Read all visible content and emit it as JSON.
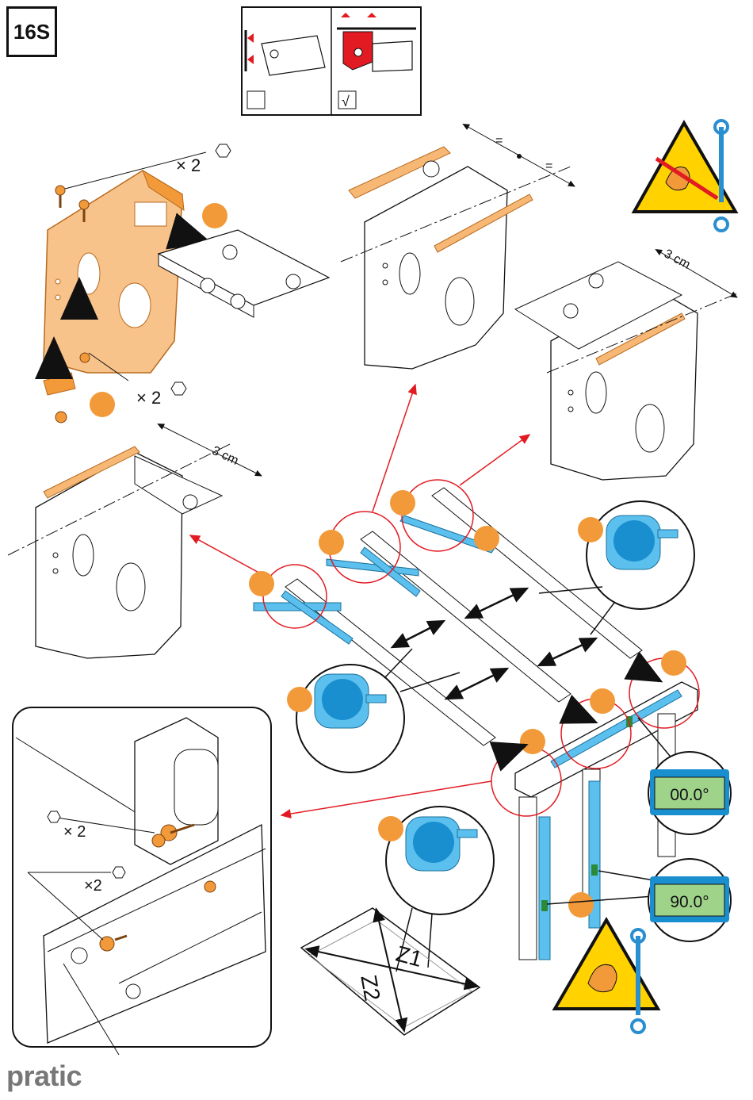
{
  "step_label": "16S",
  "qty_screws_top": "× 2",
  "qty_nuts_bottom": "× 2",
  "offset_top_right": "3 cm",
  "offset_left": "3 cm",
  "equal_mark_1": "=",
  "equal_mark_2": "=",
  "level_reading_horizontal": "00.0°",
  "level_reading_vertical": "90.0°",
  "diagonal_z1": "Z1",
  "diagonal_z2": "Z2",
  "qty_detail_nuts": "× 2",
  "qty_detail_screws": "×2",
  "check_mark": "√",
  "brand": "pratic",
  "colors": {
    "orange": "#f29a3a",
    "orange_light": "#f7b876",
    "blue": "#5cc0ee",
    "blue_dark": "#1a8fd0",
    "red": "#e21b23",
    "lcd_bg": "#9fd38a",
    "warn_yellow": "#ffd200"
  }
}
